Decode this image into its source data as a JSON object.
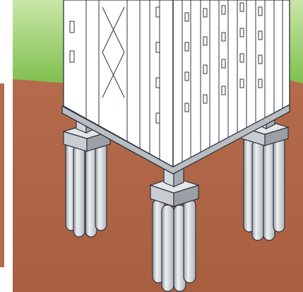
{
  "colors": {
    "sky_green": "#8cc65a",
    "sky_green_light": "#c9e6a8",
    "soil_brown": "#b86a4a",
    "soil_brown_dark": "#a65a3d",
    "outline": "#2e3440",
    "concrete_light": "#e4e6e8",
    "concrete_mid": "#c9cdd1",
    "concrete_dark": "#9aa0a6",
    "building_face": "#ffffff",
    "window_fill": "#ffffff"
  },
  "scene": {
    "subject": "building-on-pile-foundation",
    "pile_groups": 3,
    "piles_per_group": 4,
    "text_labels": []
  }
}
